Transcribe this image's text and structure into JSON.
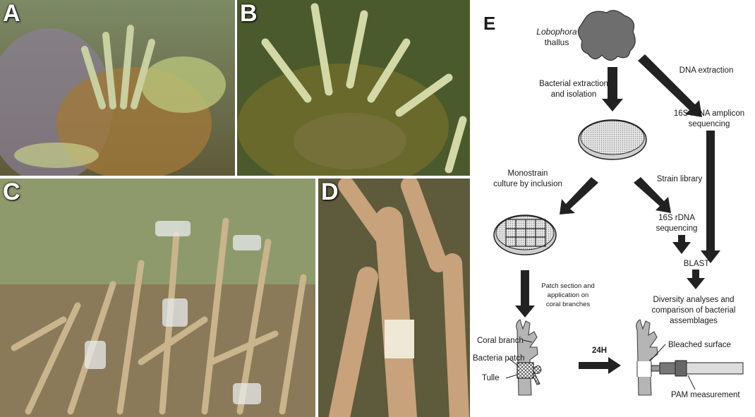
{
  "panels": {
    "a": {
      "label": "A"
    },
    "b": {
      "label": "B"
    },
    "c": {
      "label": "C"
    },
    "d": {
      "label": "D"
    },
    "e": {
      "label": "E"
    }
  },
  "diagram": {
    "thallus_genus": "Lobophora",
    "thallus_word": "thallus",
    "bacterial_extraction_line1": "Bacterial extraction",
    "bacterial_extraction_line2": "and isolation",
    "dna_extraction": "DNA extraction",
    "amplicon_line1": "16S rDNA amplicon",
    "amplicon_line2": "sequencing",
    "monostrain_line1": "Monostrain",
    "monostrain_line2": "culture by inclusion",
    "strain_library": "Strain library",
    "rdna_seq_line1": "16S rDNA",
    "rdna_seq_line2": "sequencing",
    "blast": "BLAST",
    "patch_line1": "Patch section and",
    "patch_line2": "application on",
    "patch_line3": "coral branches",
    "diversity_line1": "Diversity analyses and",
    "diversity_line2": "comparison of bacterial",
    "diversity_line3": "assemblages",
    "coral_branch": "Coral branch",
    "bacteria_patch": "Bacteria patch",
    "tulle": "Tulle",
    "time_label": "24H",
    "bleached_surface": "Bleached surface",
    "pam_measurement": "PAM measurement"
  }
}
